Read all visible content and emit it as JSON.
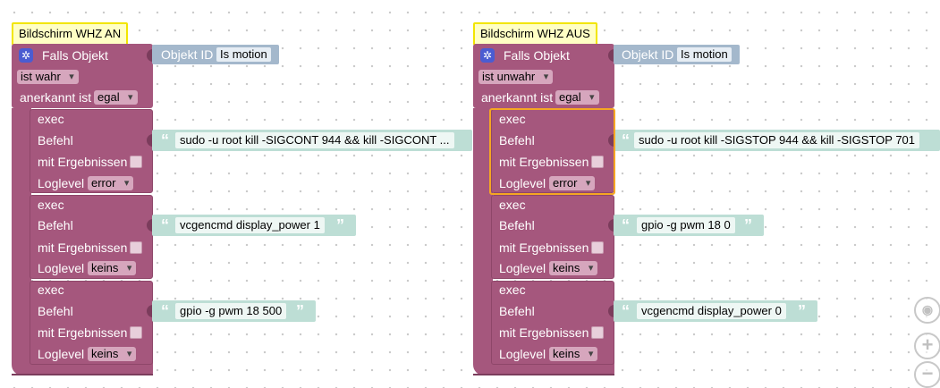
{
  "left": {
    "comment": "Bildschirm WHZ AN",
    "trigger_label": "Falls Objekt",
    "condition_value": "ist wahr",
    "ack_label": "anerkannt ist",
    "ack_value": "egal",
    "object_id_label": "Objekt ID",
    "object_id_value": "Is motion",
    "execs": [
      {
        "exec_label": "exec",
        "cmd_label": "Befehl",
        "cmd": "sudo -u root kill -SIGCONT 944 && kill -SIGCONT ...",
        "results_label": "mit Ergebnissen",
        "loglevel_label": "Loglevel",
        "loglevel": "error"
      },
      {
        "exec_label": "exec",
        "cmd_label": "Befehl",
        "cmd": "vcgencmd display_power 1",
        "results_label": "mit Ergebnissen",
        "loglevel_label": "Loglevel",
        "loglevel": "keins"
      },
      {
        "exec_label": "exec",
        "cmd_label": "Befehl",
        "cmd": "gpio -g pwm 18 500",
        "results_label": "mit Ergebnissen",
        "loglevel_label": "Loglevel",
        "loglevel": "keins"
      }
    ]
  },
  "right": {
    "comment": "Bildschirm WHZ AUS",
    "trigger_label": "Falls Objekt",
    "condition_value": "ist unwahr",
    "ack_label": "anerkannt ist",
    "ack_value": "egal",
    "object_id_label": "Objekt ID",
    "object_id_value": "Is motion",
    "execs": [
      {
        "exec_label": "exec",
        "cmd_label": "Befehl",
        "cmd": "sudo -u root kill -SIGSTOP 944 && kill -SIGSTOP 701",
        "results_label": "mit Ergebnissen",
        "loglevel_label": "Loglevel",
        "loglevel": "error"
      },
      {
        "exec_label": "exec",
        "cmd_label": "Befehl",
        "cmd": "gpio -g pwm 18 0",
        "results_label": "mit Ergebnissen",
        "loglevel_label": "Loglevel",
        "loglevel": "keins"
      },
      {
        "exec_label": "exec",
        "cmd_label": "Befehl",
        "cmd": "vcgencmd display_power 0",
        "results_label": "mit Ergebnissen",
        "loglevel_label": "Loglevel",
        "loglevel": "keins"
      }
    ]
  },
  "controls": {
    "center_icon": "target-icon",
    "zoom_in_icon": "plus-icon",
    "zoom_out_icon": "minus-icon"
  },
  "colors": {
    "block": "#a5577d",
    "string_block": "#bdded5",
    "id_block": "#a4b8cc",
    "comment_bg": "#ffffc4",
    "selection": "#f5a623"
  }
}
